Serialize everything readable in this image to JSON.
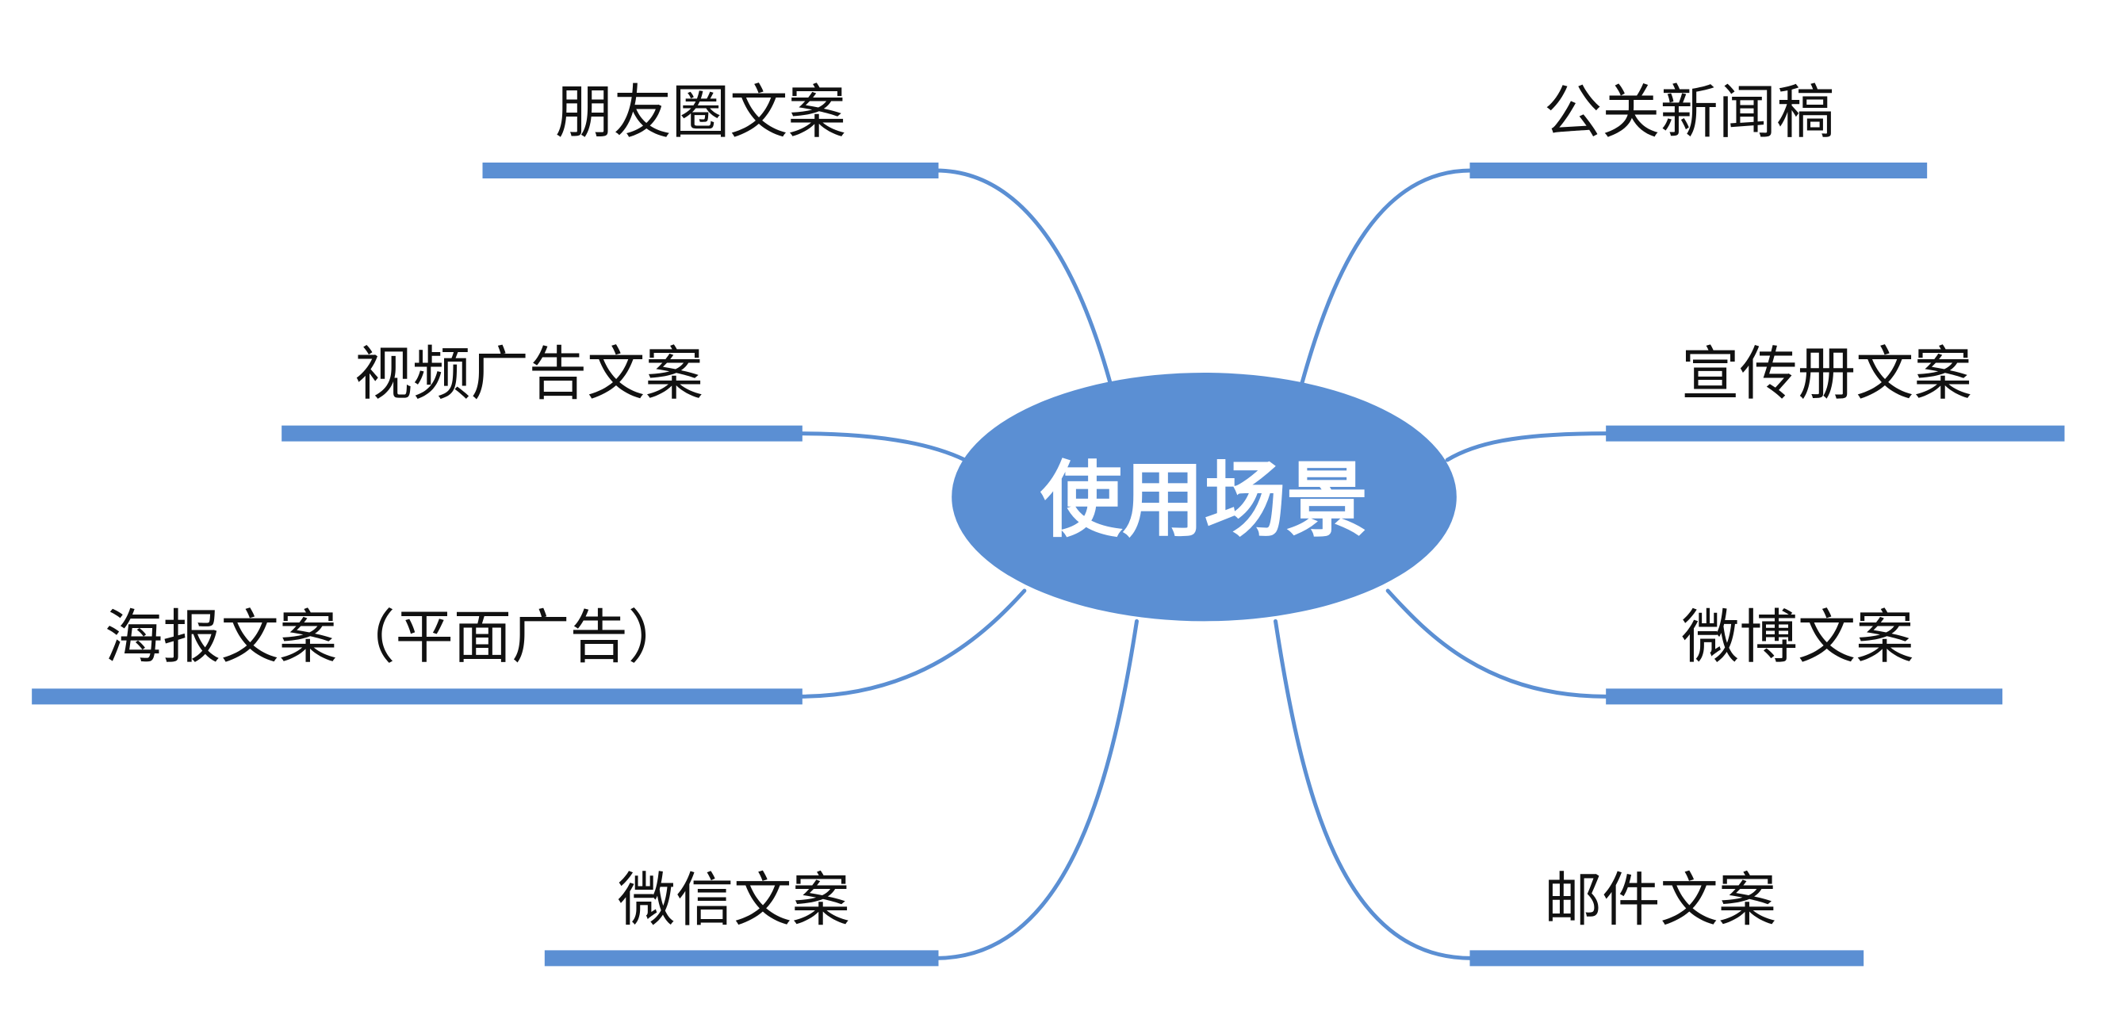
{
  "center": {
    "label": "使用场景"
  },
  "branches": [
    {
      "id": "moments-copy",
      "label": "朋友圈文案"
    },
    {
      "id": "video-ad-copy",
      "label": "视频广告文案"
    },
    {
      "id": "poster-copy",
      "label": "海报文案（平面广告）"
    },
    {
      "id": "wechat-copy",
      "label": "微信文案"
    },
    {
      "id": "pr-release",
      "label": "公关新闻稿"
    },
    {
      "id": "brochure-copy",
      "label": "宣传册文案"
    },
    {
      "id": "weibo-copy",
      "label": "微博文案"
    },
    {
      "id": "email-copy",
      "label": "邮件文案"
    }
  ],
  "colors": {
    "accent": "#5b8fd3",
    "text": "#111111",
    "center_text": "#ffffff",
    "background": "#ffffff"
  }
}
